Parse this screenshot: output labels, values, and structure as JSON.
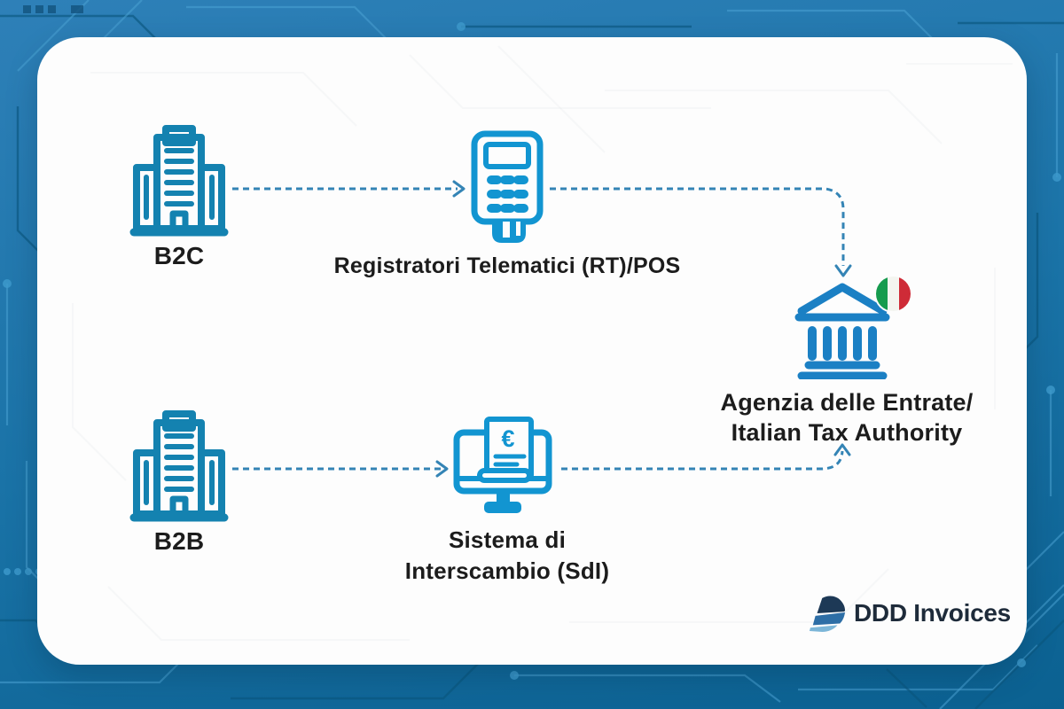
{
  "colors": {
    "background_top": "#2e80b8",
    "background_bottom": "#0b6191",
    "card": "#fdfdfd",
    "icon_teal": "#1482b0",
    "icon_blue": "#1295d1",
    "bank_blue": "#1b80c4",
    "arrow": "#3484b5",
    "text": "#1c1c1c",
    "flag_green": "#169b4e",
    "flag_white": "#f4f5f0",
    "flag_red": "#ce2b37",
    "logo_dark": "#1d3956",
    "logo_mid": "#2d6ea6",
    "logo_light": "#7cb6d8",
    "logo_text": "#1e2b3a"
  },
  "nodes": {
    "b2c": {
      "label": "B2C"
    },
    "b2b": {
      "label": "B2B"
    },
    "rt_pos": {
      "label": "Registratori Telematici (RT)/POS"
    },
    "sdi": {
      "line1": "Sistema di",
      "line2": "Interscambio (SdI)",
      "currency_symbol": "€"
    },
    "tax_authority": {
      "line1": "Agenzia delle Entrate/",
      "line2": "Italian Tax Authority"
    }
  },
  "flows": [
    {
      "from": "B2C",
      "to": "Registratori Telematici (RT)/POS"
    },
    {
      "from": "Registratori Telematici (RT)/POS",
      "to": "Agenzia delle Entrate/Italian Tax Authority"
    },
    {
      "from": "B2B",
      "to": "Sistema di Interscambio (SdI)"
    },
    {
      "from": "Sistema di Interscambio (SdI)",
      "to": "Agenzia delle Entrate/Italian Tax Authority"
    }
  ],
  "branding": {
    "logo_text": "DDD Invoices"
  }
}
